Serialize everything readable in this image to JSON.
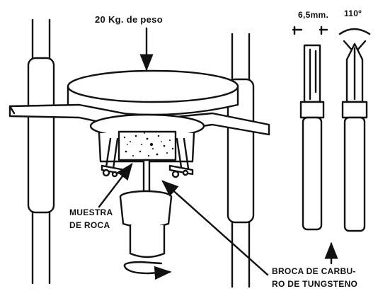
{
  "labels": {
    "weight": "20 Kg. de peso",
    "bit_width": "6,5mm.",
    "bit_angle": "110º",
    "sample_line1": "MUESTRA",
    "sample_line2": "DE ROCA",
    "drill_line1": "BROCA DE CARBU-",
    "drill_line2": "RO DE TUNGSTENO"
  },
  "colors": {
    "ink": "#111111",
    "paper": "#ffffff"
  }
}
